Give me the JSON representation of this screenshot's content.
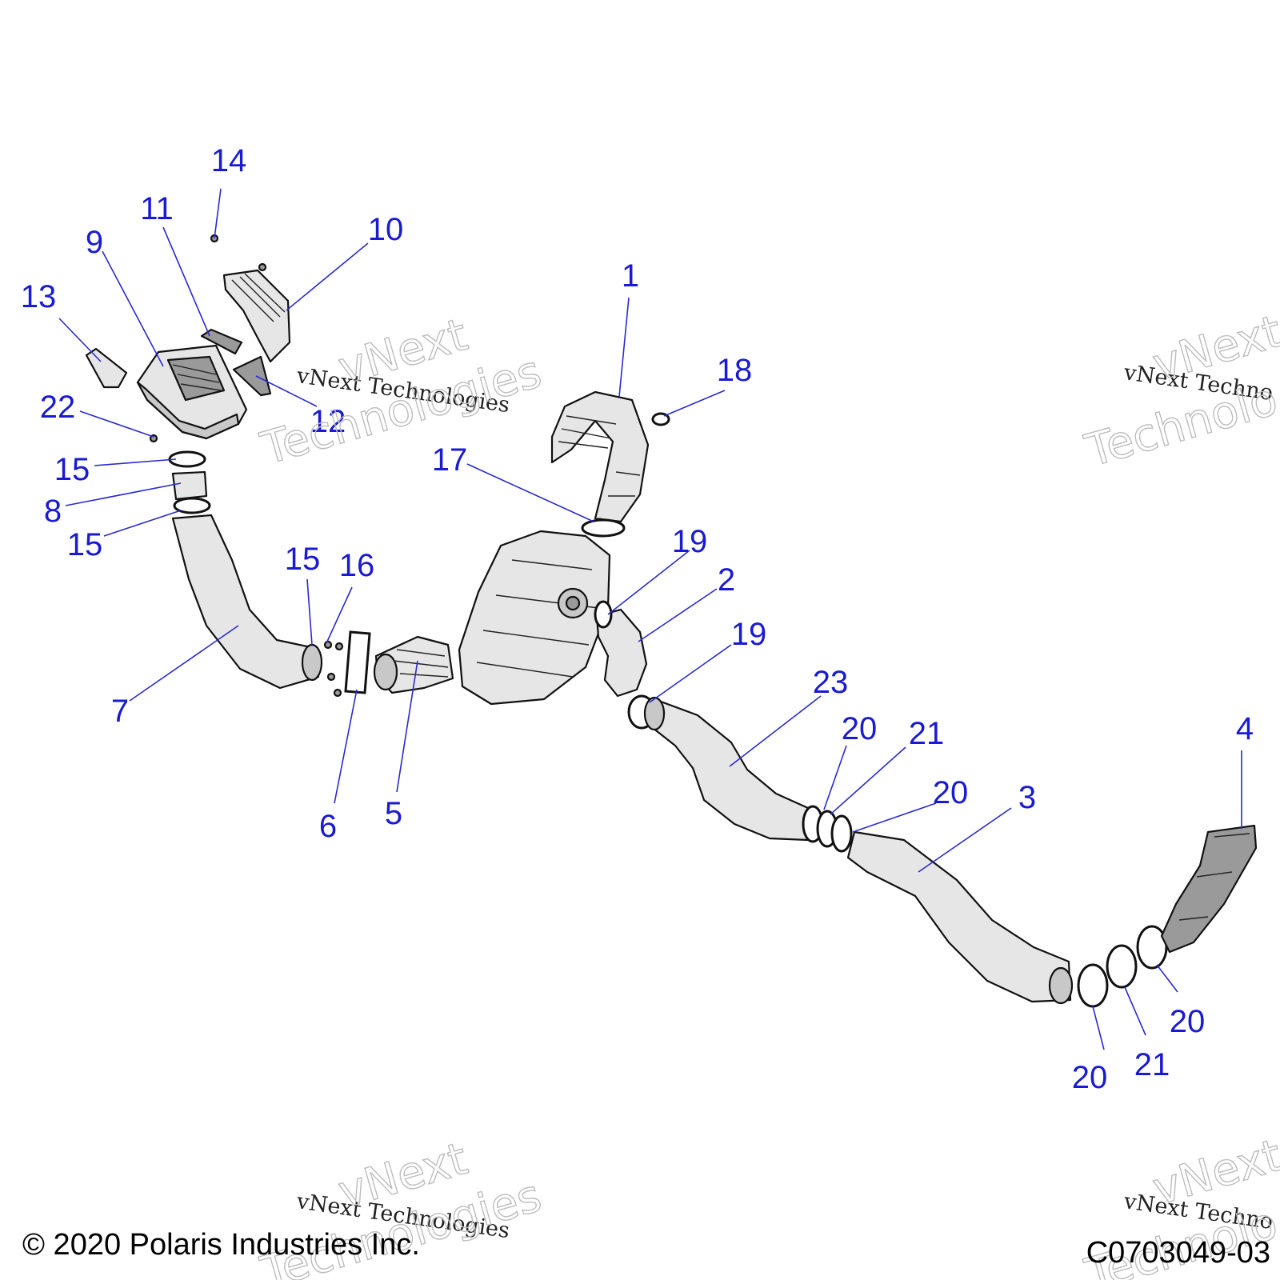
{
  "callouts": [
    {
      "text": "1"
    },
    {
      "text": "2"
    },
    {
      "text": "3"
    },
    {
      "text": "4"
    },
    {
      "text": "5"
    },
    {
      "text": "6"
    },
    {
      "text": "7"
    },
    {
      "text": "8"
    },
    {
      "text": "9"
    },
    {
      "text": "10"
    },
    {
      "text": "11"
    },
    {
      "text": "12"
    },
    {
      "text": "13"
    },
    {
      "text": "14"
    },
    {
      "text": "15"
    },
    {
      "text": "15"
    },
    {
      "text": "15"
    },
    {
      "text": "16"
    },
    {
      "text": "17"
    },
    {
      "text": "18"
    },
    {
      "text": "19"
    },
    {
      "text": "19"
    },
    {
      "text": "20"
    },
    {
      "text": "20"
    },
    {
      "text": "20"
    },
    {
      "text": "20"
    },
    {
      "text": "21"
    },
    {
      "text": "21"
    },
    {
      "text": "22"
    },
    {
      "text": "23"
    }
  ],
  "watermark": {
    "line_serif": "vNext Technologies",
    "outline_top": "vNext",
    "outline_bottom": "Technologies",
    "outline_cut_top": "vNext",
    "outline_cut_bottom": "Technolo",
    "serif_cut": "vNext Techno"
  },
  "footer": {
    "copyright": "© 2020 Polaris Industries Inc.",
    "drawing_number": "C0703049-03"
  }
}
